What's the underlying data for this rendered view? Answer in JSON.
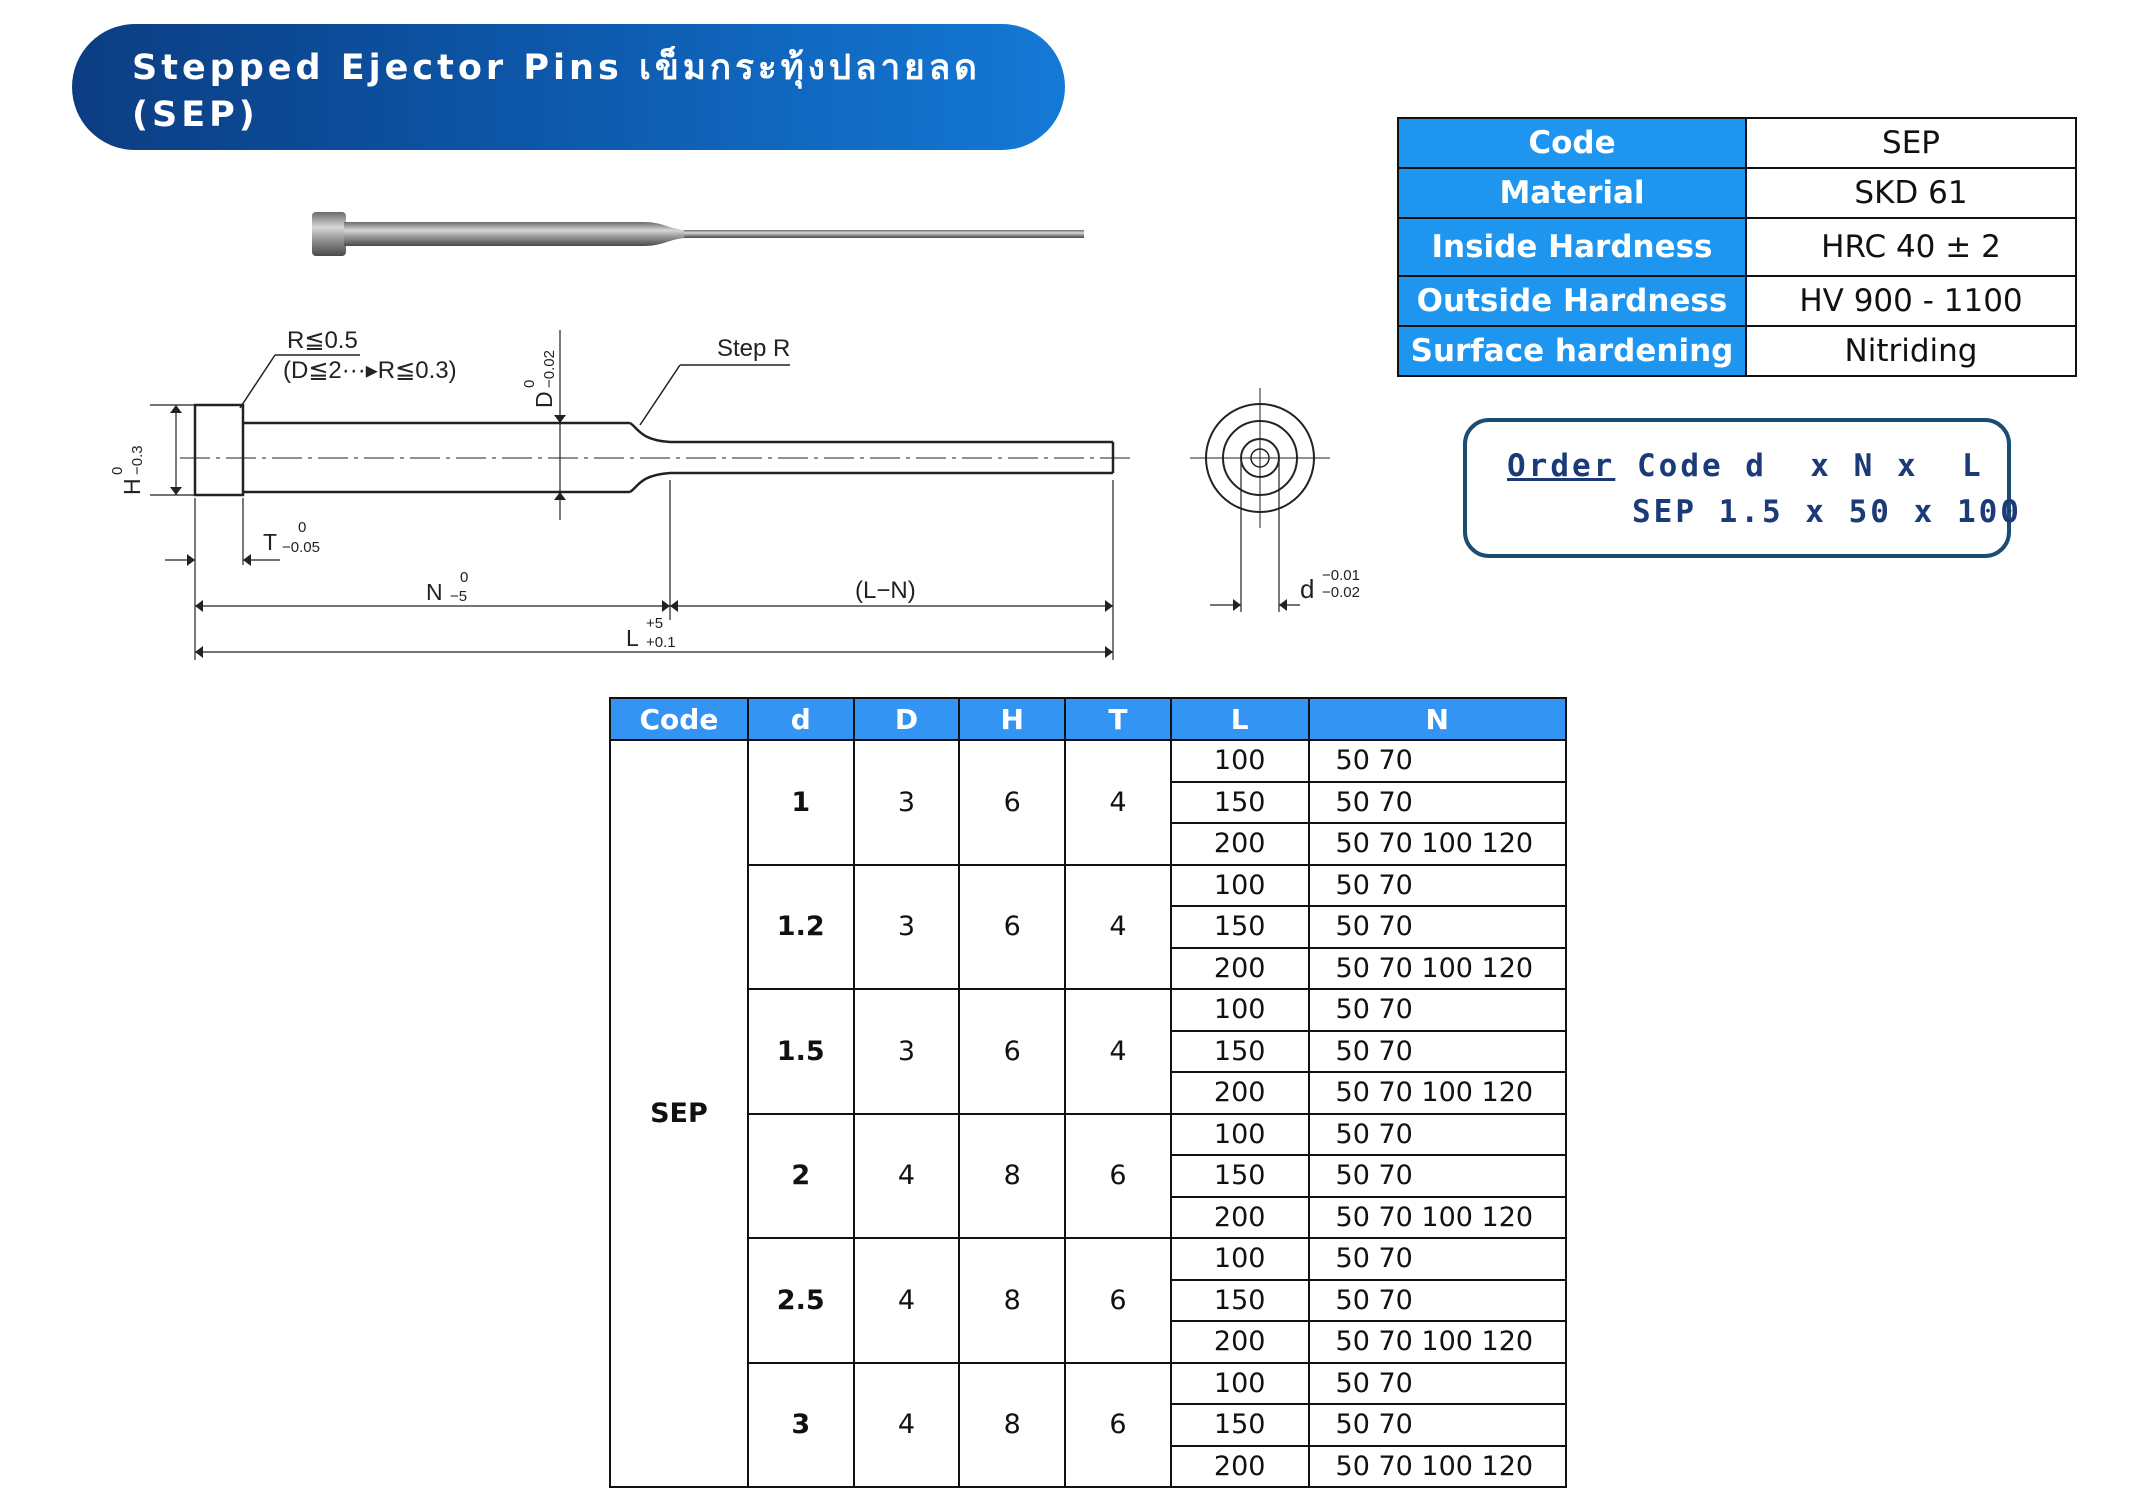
{
  "title": "Stepped Ejector Pins เข็มกระทุ้งปลายลด (SEP)",
  "drawing_labels": {
    "radius_top": "R≦0.5",
    "radius_sub": "(D≦2···▸R≦0.3)",
    "D_tol": "D",
    "D_upper": "0",
    "D_lower": "−0.02",
    "step": "Step R",
    "H_tol": "H",
    "H_upper": "0",
    "H_lower": "−0.3",
    "T_tol": "T",
    "T_upper": "0",
    "T_lower": "−0.05",
    "N_tol": "N",
    "N_upper": "0",
    "N_lower": "−5",
    "LN": "(L−N)",
    "L_tol": "L",
    "L_upper": "+5",
    "L_lower": "+0.1",
    "d_tol": "d",
    "d_upper": "−0.01",
    "d_lower": "−0.02"
  },
  "spec": [
    {
      "key": "Code",
      "value": "SEP"
    },
    {
      "key": "Material",
      "value": "SKD 61"
    },
    {
      "key": "Inside Hardness",
      "value": "HRC 40  ±  2"
    },
    {
      "key": "Outside Hardness",
      "value": "HV 900 - 1100"
    },
    {
      "key": "Surface hardening",
      "value": "Nitriding"
    }
  ],
  "order": {
    "label_word": "Order",
    "label_rest": " Code d  x N x  L",
    "example": "SEP 1.5 x 50 x 100"
  },
  "table": {
    "headers": [
      "Code",
      "d",
      "D",
      "H",
      "T",
      "L",
      "N"
    ],
    "code": "SEP",
    "groups": [
      {
        "d": "1",
        "D": "3",
        "H": "6",
        "T": "4",
        "rows": [
          {
            "L": "100",
            "N": "50 70"
          },
          {
            "L": "150",
            "N": "50 70"
          },
          {
            "L": "200",
            "N": "50 70 100 120"
          }
        ]
      },
      {
        "d": "1.2",
        "D": "3",
        "H": "6",
        "T": "4",
        "rows": [
          {
            "L": "100",
            "N": "50 70"
          },
          {
            "L": "150",
            "N": "50 70"
          },
          {
            "L": "200",
            "N": "50 70 100 120"
          }
        ]
      },
      {
        "d": "1.5",
        "D": "3",
        "H": "6",
        "T": "4",
        "rows": [
          {
            "L": "100",
            "N": "50 70"
          },
          {
            "L": "150",
            "N": "50 70"
          },
          {
            "L": "200",
            "N": "50 70 100 120"
          }
        ]
      },
      {
        "d": "2",
        "D": "4",
        "H": "8",
        "T": "6",
        "rows": [
          {
            "L": "100",
            "N": "50 70"
          },
          {
            "L": "150",
            "N": "50 70"
          },
          {
            "L": "200",
            "N": "50 70 100 120"
          }
        ]
      },
      {
        "d": "2.5",
        "D": "4",
        "H": "8",
        "T": "6",
        "rows": [
          {
            "L": "100",
            "N": "50 70"
          },
          {
            "L": "150",
            "N": "50 70"
          },
          {
            "L": "200",
            "N": "50 70 100 120"
          }
        ]
      },
      {
        "d": "3",
        "D": "4",
        "H": "8",
        "T": "6",
        "rows": [
          {
            "L": "100",
            "N": "50 70"
          },
          {
            "L": "150",
            "N": "50 70"
          },
          {
            "L": "200",
            "N": "50 70 100 120"
          }
        ]
      }
    ]
  }
}
